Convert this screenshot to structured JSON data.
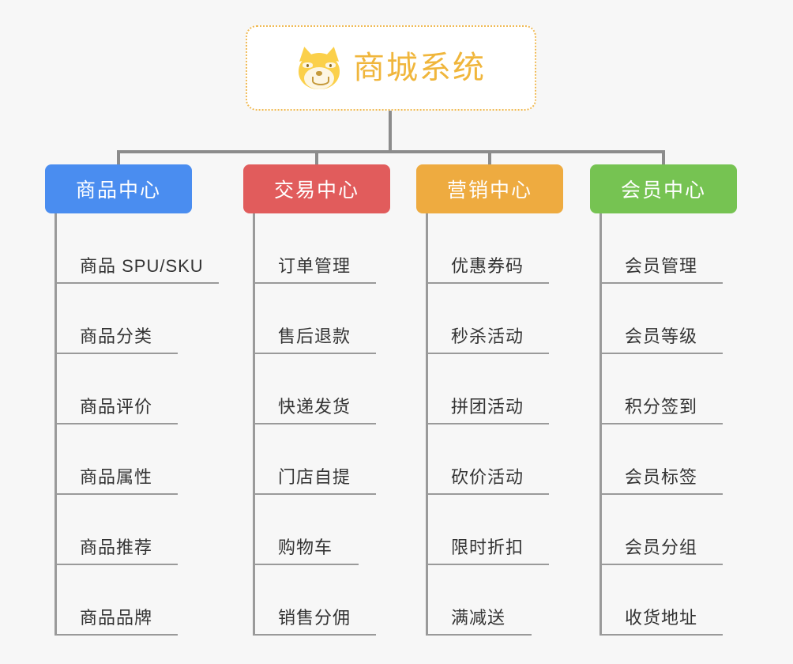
{
  "page": {
    "background": "#f7f7f7",
    "connector_color": "#8c8c8c",
    "leaf_line_color": "#9a9a9a",
    "leaf_text_color": "#333333"
  },
  "root": {
    "title": "商城系统",
    "icon": "shiba-inu-dog-face-icon",
    "title_color": "#f0b63c",
    "border_color": "#f0ba55",
    "background": "#ffffff"
  },
  "branches": [
    {
      "label": "商品中心",
      "color": "#4a8df0",
      "items": [
        "商品 SPU/SKU",
        "商品分类",
        "商品评价",
        "商品属性",
        "商品推荐",
        "商品品牌"
      ]
    },
    {
      "label": "交易中心",
      "color": "#e15c5c",
      "items": [
        "订单管理",
        "售后退款",
        "快递发货",
        "门店自提",
        "购物车",
        "销售分佣"
      ]
    },
    {
      "label": "营销中心",
      "color": "#eeab40",
      "items": [
        "优惠券码",
        "秒杀活动",
        "拼团活动",
        "砍价活动",
        "限时折扣",
        "满减送"
      ]
    },
    {
      "label": "会员中心",
      "color": "#76c352",
      "items": [
        "会员管理",
        "会员等级",
        "积分签到",
        "会员标签",
        "会员分组",
        "收货地址"
      ]
    }
  ]
}
